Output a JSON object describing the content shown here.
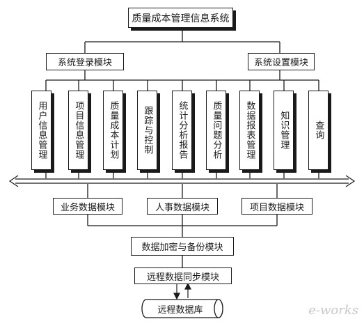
{
  "root": "质量成本管理信息系统",
  "login_module": "系统登录模块",
  "settings_module": "系统设置模块",
  "functions": [
    "用户信息管理",
    "项目信息管理",
    "质量成本计划",
    "跟踪与控制",
    "统计分析报告",
    "质量问题分析",
    "数据报表管理",
    "知识管理",
    "查询"
  ],
  "data_modules": [
    "业务数据模块",
    "人事数据模块",
    "项目数据模块"
  ],
  "encrypt_module": "数据加密与备份模块",
  "sync_module": "远程数据同步模块",
  "remote_db": "远程数据库",
  "watermark": "e-works"
}
